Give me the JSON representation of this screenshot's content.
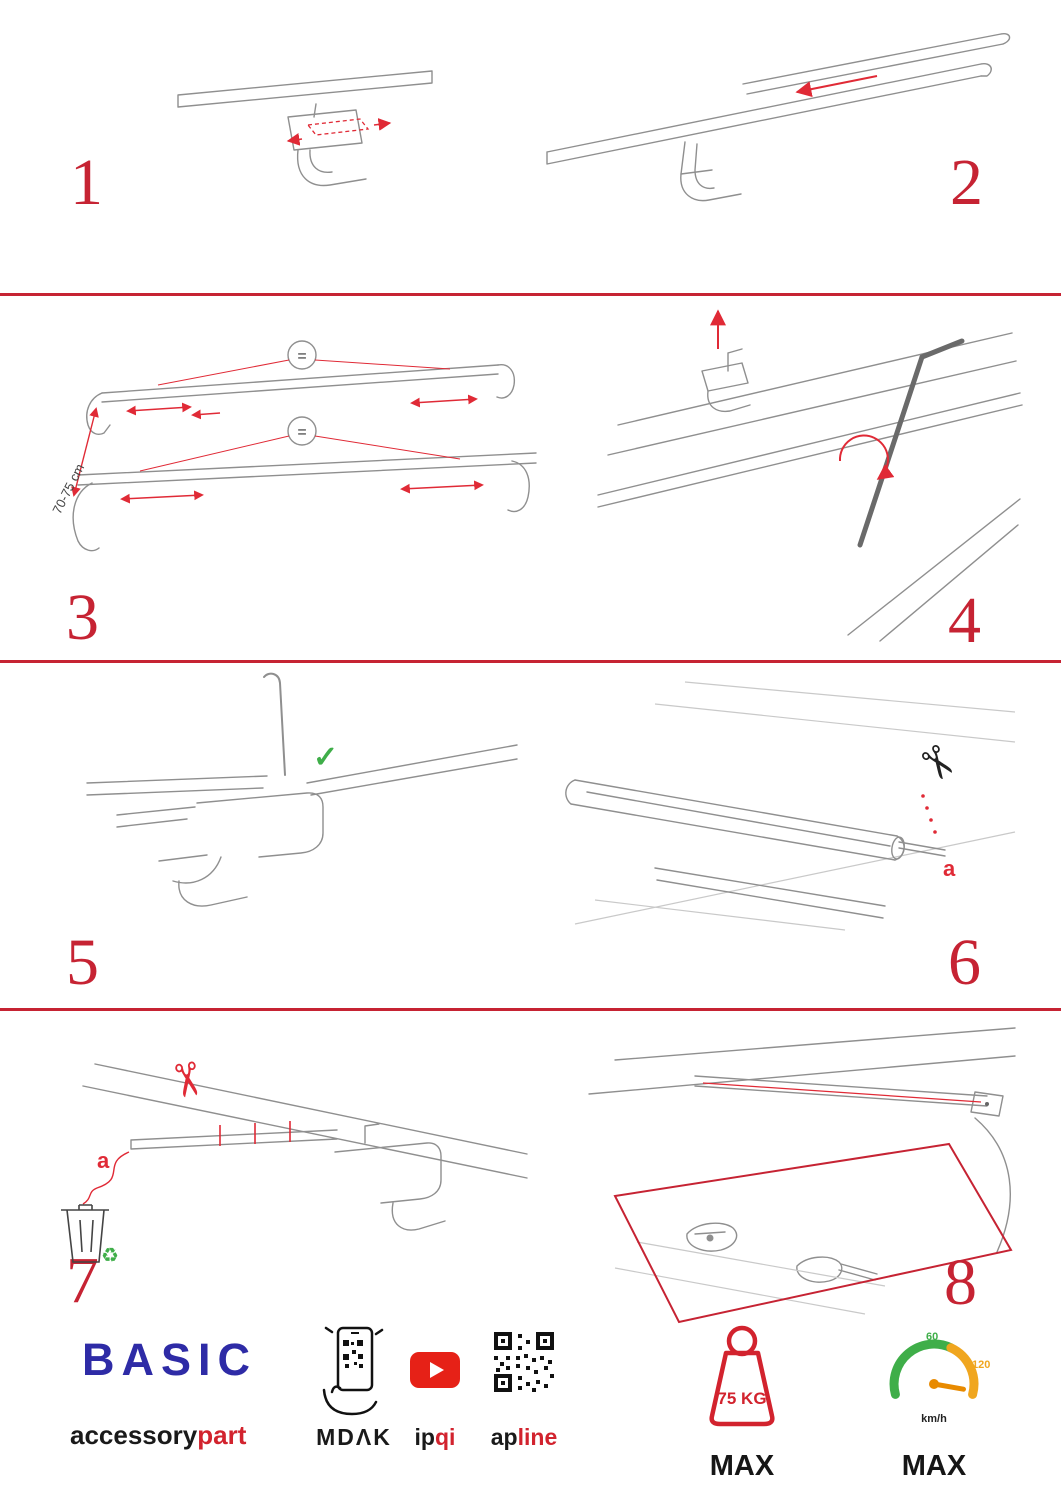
{
  "colors": {
    "accent_red": "#c62333",
    "annotation_red": "#e02a36",
    "brand_blue": "#2e2ba6",
    "green": "#3fae49",
    "orange": "#ee8b00",
    "youtube_red": "#e62117"
  },
  "steps": [
    {
      "num": "1"
    },
    {
      "num": "2"
    },
    {
      "num": "3"
    },
    {
      "num": "4"
    },
    {
      "num": "5"
    },
    {
      "num": "6"
    },
    {
      "num": "7"
    },
    {
      "num": "8"
    }
  ],
  "annotations": {
    "equal": "=",
    "dimension": "70-75 cm",
    "step6_label": "a",
    "step7_label": "a"
  },
  "icons": {
    "check": "✓",
    "scissors": "✂",
    "recycle": "♻"
  },
  "footer": {
    "brand": "BASIC",
    "accessory": "accessory",
    "part": "part",
    "mdak": "MDΛK",
    "ip": "ip",
    "qi": "qi",
    "ap": "ap",
    "line": "line",
    "weight_value": "75 KG",
    "weight_max": "MAX",
    "speed_60": "60",
    "speed_120": "120",
    "speed_unit": "km/h",
    "speed_max": "MAX"
  }
}
